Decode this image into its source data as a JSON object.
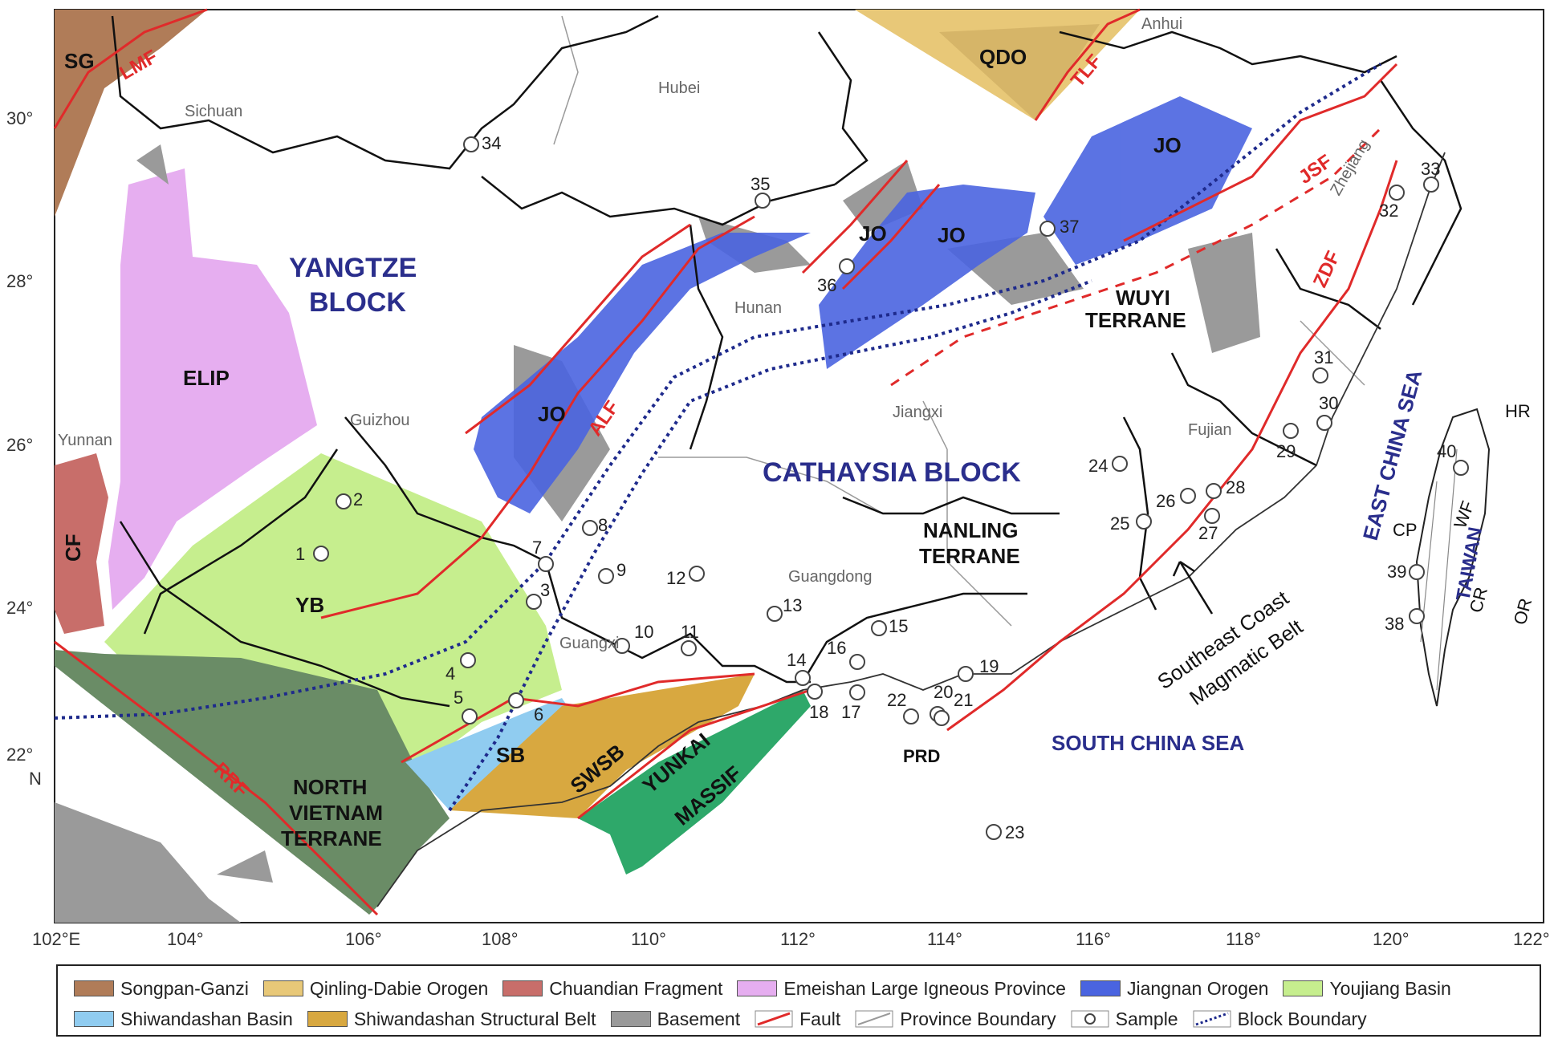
{
  "lon_ticks": [
    "102°E",
    "104°",
    "106°",
    "108°",
    "110°",
    "112°",
    "114°",
    "116°",
    "118°",
    "120°",
    "122°"
  ],
  "lat_ticks": [
    "30°",
    "28°",
    "26°",
    "24°",
    "22°",
    "N"
  ],
  "provinces": [
    "Sichuan",
    "Hubei",
    "Anhui",
    "Hunan",
    "Guizhou",
    "Yunnan",
    "Jiangxi",
    "Fujian",
    "Guangdong",
    "Guangxi",
    "Zhejiang"
  ],
  "tectonic_units": {
    "yangtze": [
      "YANGTZE",
      "BLOCK"
    ],
    "cathaysia": "CATHAYSIA BLOCK",
    "wuyi": [
      "WUYI",
      "TERRANE"
    ],
    "nanling": [
      "NANLING",
      "TERRANE"
    ],
    "north_vietnam": [
      "NORTH",
      "VIETNAM",
      "TERRANE"
    ],
    "yunkai": [
      "YUNKAI",
      "MASSIF"
    ],
    "east_china_sea": "EAST CHINA SEA",
    "south_china_sea": "SOUTH CHINA SEA",
    "taiwan": "TAIWAN"
  },
  "unit_abbr": {
    "sg": "SG",
    "qdo": "QDO",
    "elip": "ELIP",
    "cf": "CF",
    "jo": "JO",
    "yb": "YB",
    "sb": "SB",
    "swsb": "SWSB",
    "prd": "PRD",
    "hr": "HR",
    "wf": "WF",
    "cp": "CP",
    "cr": "CR",
    "or": "OR"
  },
  "faults": {
    "lmf": "LMF",
    "tlf": "TLF",
    "jsf": "JSF",
    "zdf": "ZDF",
    "alf": "ALF",
    "rrf": "RRF"
  },
  "magmatic_belt": [
    "Southeast Coast",
    "Magmatic Belt"
  ],
  "samples": [
    "1",
    "2",
    "3",
    "4",
    "5",
    "6",
    "7",
    "8",
    "9",
    "10",
    "11",
    "12",
    "13",
    "14",
    "15",
    "16",
    "17",
    "18",
    "19",
    "20",
    "21",
    "22",
    "23",
    "24",
    "25",
    "26",
    "27",
    "28",
    "29",
    "30",
    "31",
    "32",
    "33",
    "34",
    "35",
    "36",
    "37",
    "38",
    "39",
    "40"
  ],
  "colors": {
    "songpan_ganzi": "#b07c58",
    "qinling_dabie": "#e8c878",
    "chuandian": "#c86e6a",
    "emeishan": "#e6aef0",
    "jiangnan": "#4a64e0",
    "youjiang": "#c6ee8e",
    "shiwandashan_basin": "#90ccf0",
    "shiwandashan_belt": "#d8a840",
    "basement": "#9a9a9a",
    "north_vietnam": "#6a8c66",
    "yunkai": "#2ea86a",
    "fault": "#e02a2a",
    "block_boundary": "#1e2a8c"
  },
  "legend": {
    "songpan_ganzi": "Songpan-Ganzi",
    "qinling_dabie": "Qinling-Dabie Orogen",
    "chuandian": "Chuandian Fragment",
    "emeishan": "Emeishan Large Igneous Province",
    "jiangnan": "Jiangnan Orogen",
    "youjiang": "Youjiang Basin",
    "shiwandashan_basin": "Shiwandashan Basin",
    "shiwandashan_belt": "Shiwandashan Structural Belt",
    "basement": "Basement",
    "fault": "Fault",
    "province": "Province Boundary",
    "sample": "Sample",
    "block": "Block Boundary"
  }
}
